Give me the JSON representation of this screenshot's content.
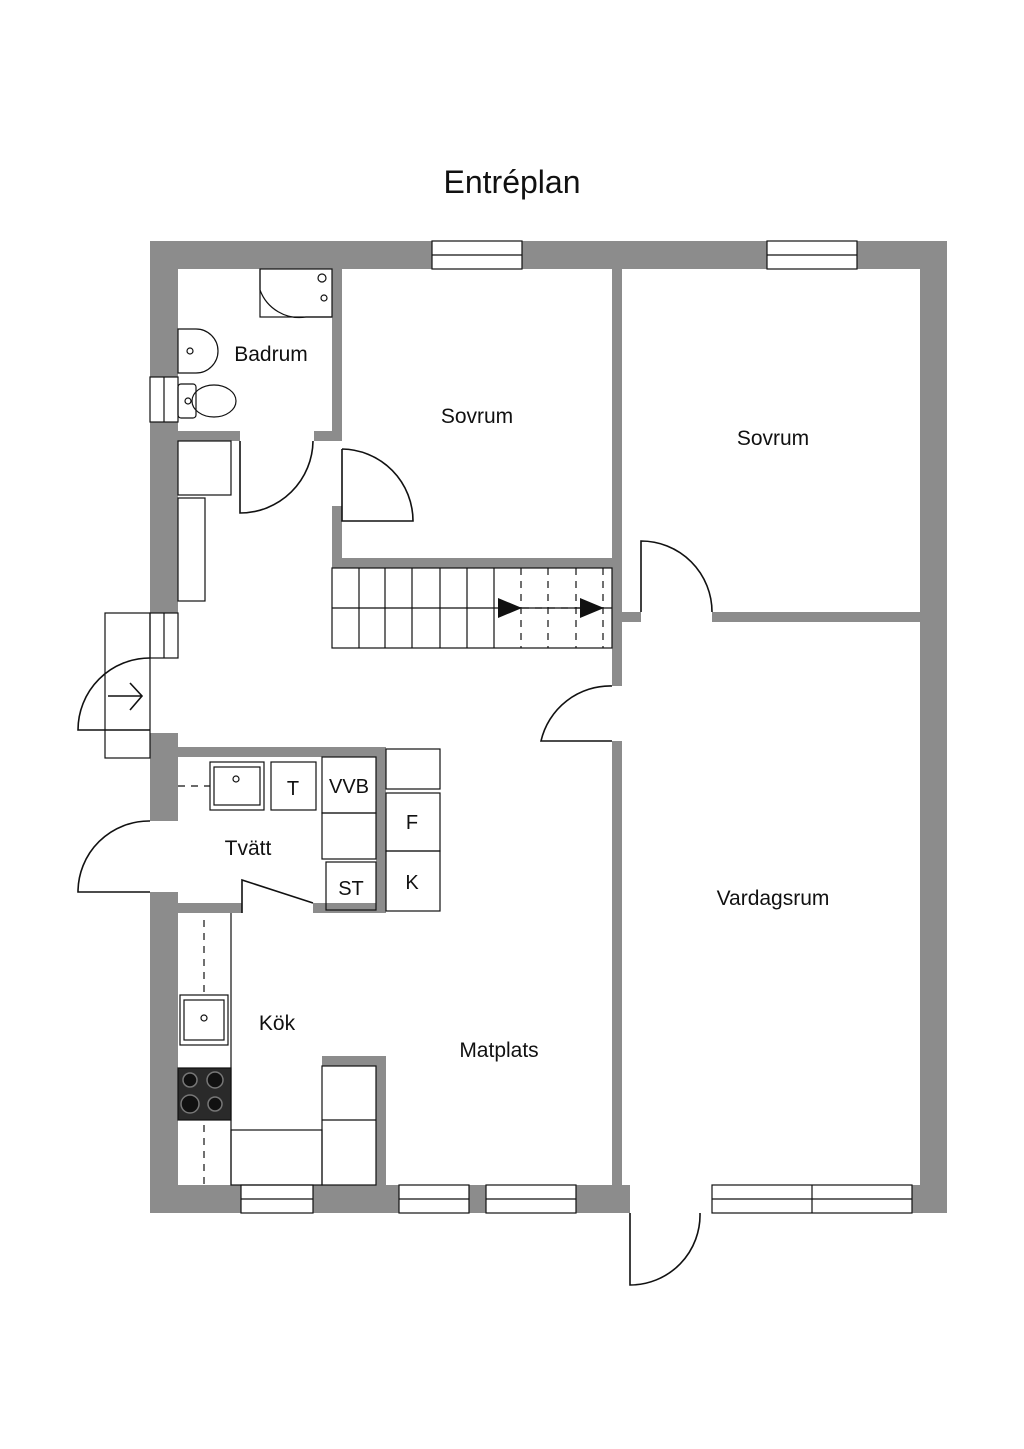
{
  "plan": {
    "title": "Entréplan",
    "rooms": {
      "badrum": "Badrum",
      "sovrum_1": "Sovrum",
      "sovrum_2": "Sovrum",
      "tvatt": "Tvätt",
      "kok": "Kök",
      "matplats": "Matplats",
      "vardagsrum": "Vardagsrum"
    },
    "fixtures": {
      "tumble_dryer": "T",
      "water_heater": "VVB",
      "fridge": "F",
      "freezer": "K",
      "storage": "ST"
    }
  },
  "colors": {
    "wall": "#8c8c8c",
    "line": "#111111",
    "background": "#ffffff"
  }
}
